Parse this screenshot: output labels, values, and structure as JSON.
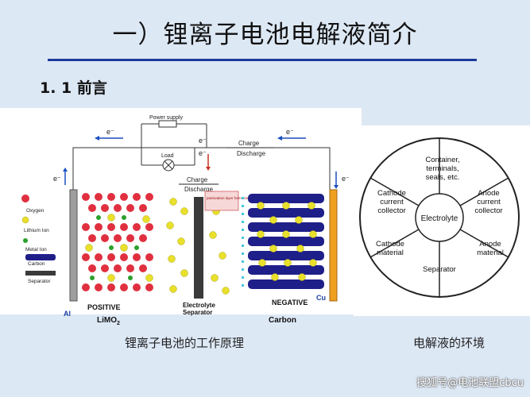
{
  "title": "一）锂离子电池电解液简介",
  "section": "1. 1  前言",
  "diagram": {
    "power_supply": "Power supply",
    "load": "Load",
    "electron_symbol": "e⁻",
    "charge": "Charge",
    "discharge": "Discharge",
    "passivation": "passivation layer formation",
    "positive": "POSITIVE",
    "electrolyte_separator_1": "Electrolyte",
    "electrolyte_separator_2": "Separator",
    "negative": "NEGATIVE",
    "al": "Al",
    "cu": "Cu",
    "limo2": "LiMO",
    "limo2_sub": "2",
    "carbon": "Carbon",
    "legend": {
      "oxygen": "Oxygen",
      "lithium": "Lithium Ion",
      "metal": "Metal Ion",
      "carbon": "Carbon",
      "separator": "Separator"
    },
    "colors": {
      "oxygen": "#e03040",
      "lithium": "#e8e02a",
      "metal": "#2ca02c",
      "carbon": "#1f1f8a",
      "al": "#9e9e9e",
      "cu": "#f0a020"
    }
  },
  "wheel": {
    "center": "Electrolyte",
    "segments": [
      [
        "Container,",
        "terminals,",
        "seals, etc."
      ],
      [
        "Anode",
        "current",
        "collector"
      ],
      [
        "Anode",
        "material"
      ],
      [
        "Separator"
      ],
      [
        "Cathode",
        "material"
      ],
      [
        "Cathode",
        "current",
        "collector"
      ]
    ]
  },
  "captions": {
    "left": "锂离子电池的工作原理",
    "right": "电解液的环境"
  },
  "watermark": "搜狐号@电池联盟cbcu"
}
